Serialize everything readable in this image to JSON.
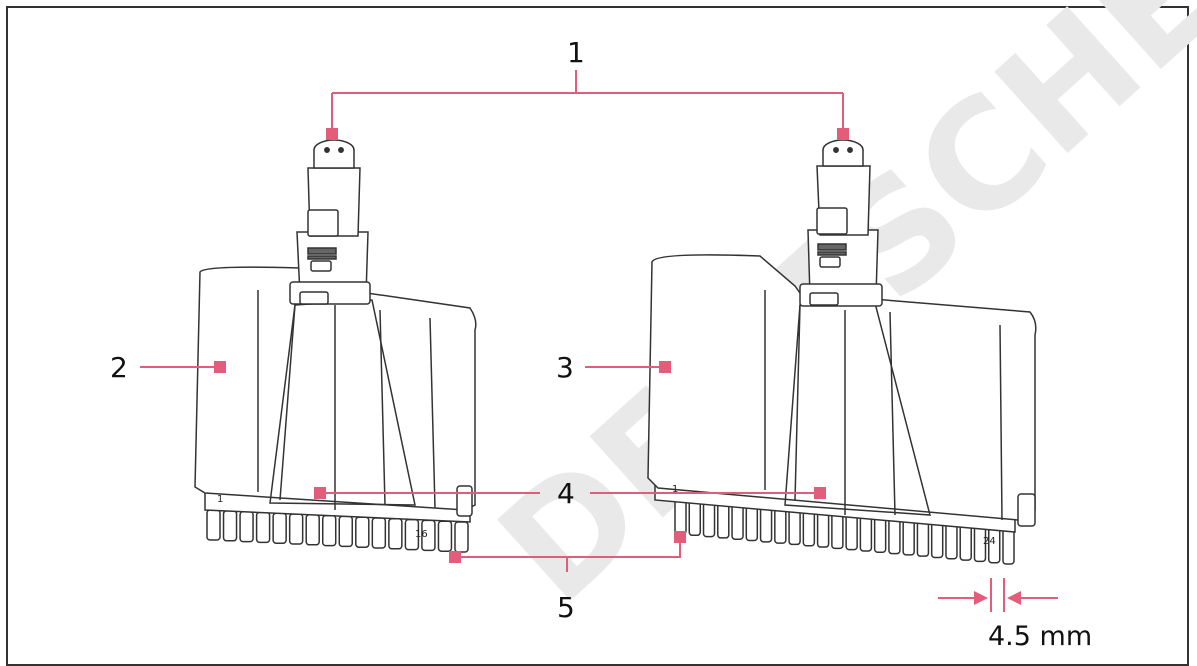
{
  "callouts": [
    {
      "id": "1",
      "text": "1"
    },
    {
      "id": "2",
      "text": "2"
    },
    {
      "id": "3",
      "text": "3"
    },
    {
      "id": "4",
      "text": "4"
    },
    {
      "id": "5",
      "text": "5"
    }
  ],
  "dimension": {
    "text": "4.5 mm"
  },
  "module_16": {
    "first_channel": "1",
    "last_channel": "16"
  },
  "module_24": {
    "first_channel": "1",
    "last_channel": "24"
  },
  "watermark": "DEUTSCHER S",
  "colors": {
    "callout_accent": "#e35d7a",
    "outline": "#333333",
    "dim_line": "#e35d7a"
  }
}
